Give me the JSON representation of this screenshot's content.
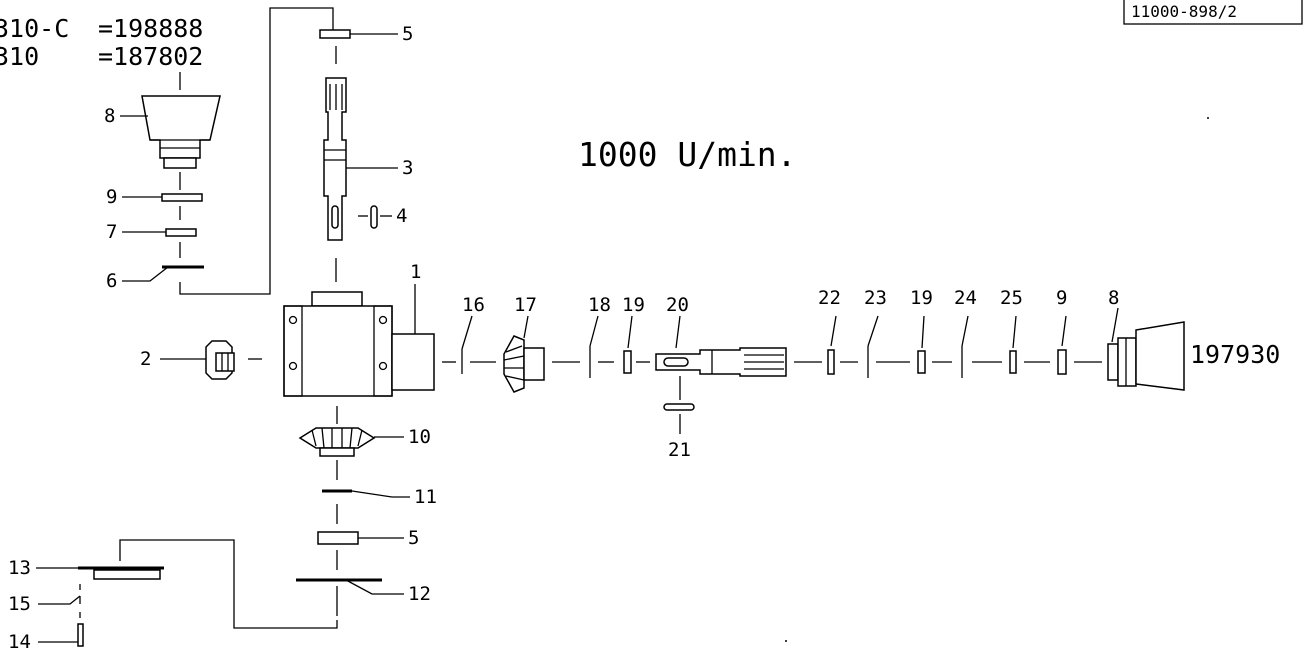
{
  "drawing_number": "11000-898/2",
  "speed": "1000  U/min.",
  "variants": [
    {
      "model": "310-C",
      "number": "=198888"
    },
    {
      "model": "310",
      "number": "=187802"
    }
  ],
  "assembly_number": "197930",
  "part_labels": {
    "p1": "1",
    "p2": "2",
    "p3": "3",
    "p4": "4",
    "p5a": "5",
    "p5b": "5",
    "p6": "6",
    "p7": "7",
    "p8a": "8",
    "p8b": "8",
    "p9a": "9",
    "p9b": "9",
    "p10": "10",
    "p11": "11",
    "p12": "12",
    "p13": "13",
    "p14": "14",
    "p15": "15",
    "p16": "16",
    "p17": "17",
    "p18": "18",
    "p19a": "19",
    "p19b": "19",
    "p20": "20",
    "p21": "21",
    "p22": "22",
    "p23": "23",
    "p24": "24",
    "p25": "25"
  }
}
